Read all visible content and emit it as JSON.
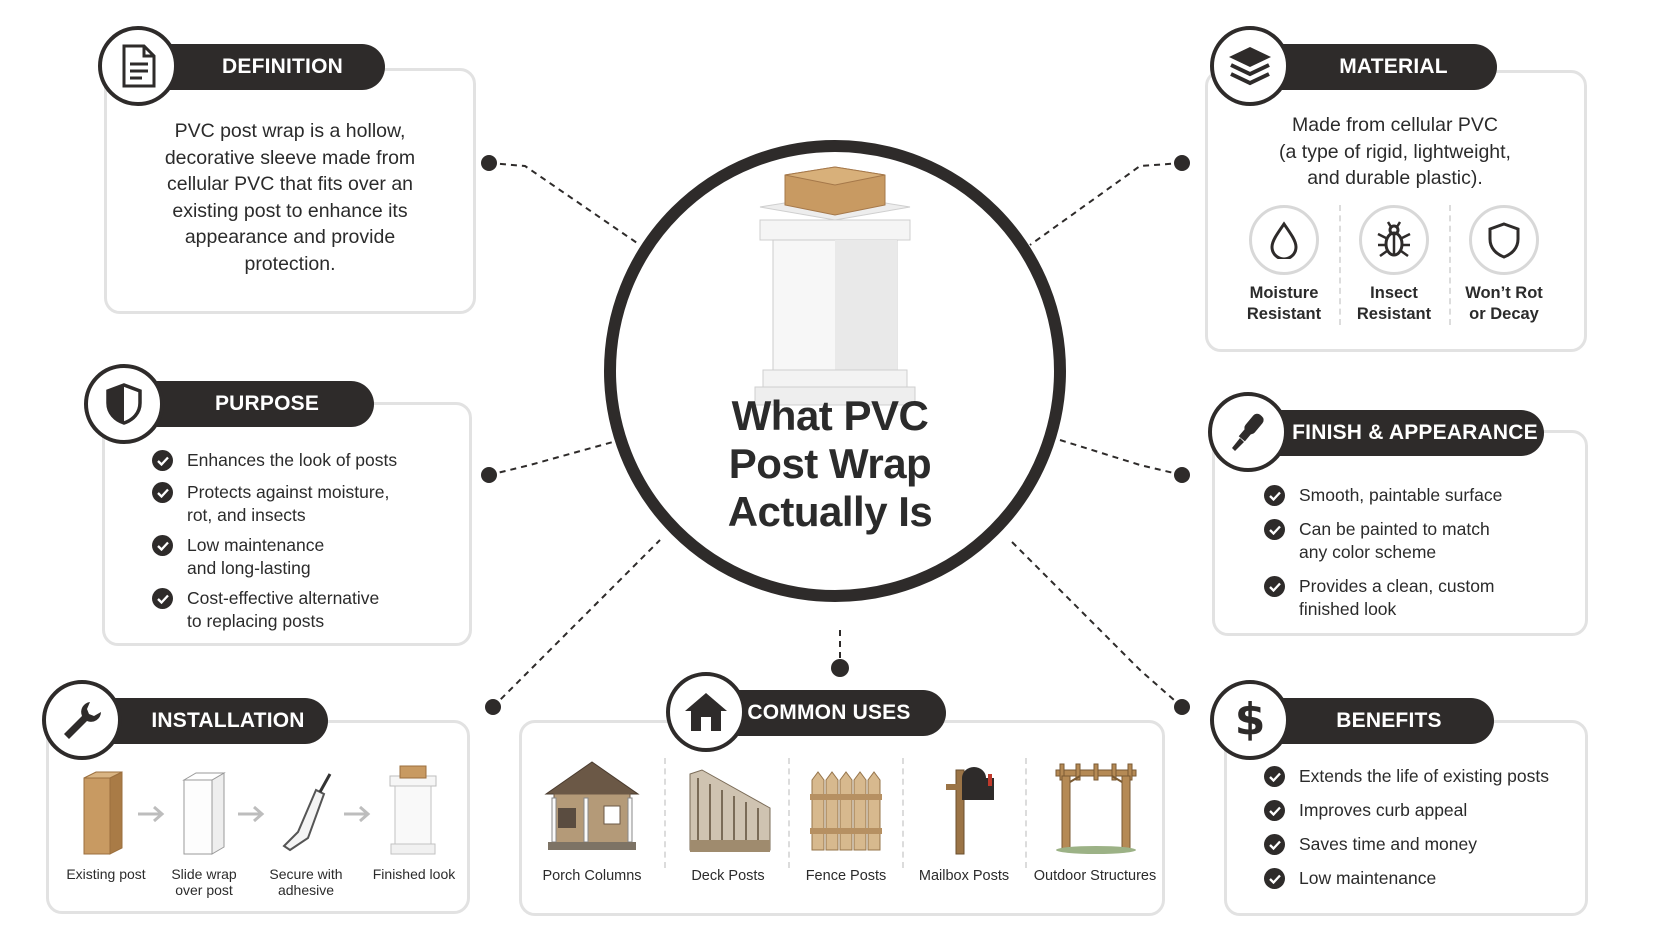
{
  "center": {
    "title_line1": "What PVC",
    "title_line2": "Post Wrap",
    "title_line3": "Actually Is"
  },
  "definition": {
    "title": "DEFINITION",
    "icon": "document-icon",
    "text_lines": [
      "PVC post wrap is a hollow,",
      "decorative sleeve made from",
      "cellular PVC that fits over an",
      "existing post to enhance its",
      "appearance and provide",
      "protection."
    ]
  },
  "material": {
    "title": "MATERIAL",
    "icon": "layers-icon",
    "text_lines": [
      "Made from cellular PVC",
      "(a type of rigid, lightweight,",
      "and durable plastic)."
    ],
    "features": [
      {
        "icon": "water-drop-icon",
        "line1": "Moisture",
        "line2": "Resistant"
      },
      {
        "icon": "bug-icon",
        "line1": "Insect",
        "line2": "Resistant"
      },
      {
        "icon": "shield-icon",
        "line1": "Won’t Rot",
        "line2": "or Decay"
      }
    ]
  },
  "purpose": {
    "title": "PURPOSE",
    "icon": "shield-icon",
    "items": [
      {
        "line1": "Enhances the look of posts",
        "line2": ""
      },
      {
        "line1": "Protects against moisture,",
        "line2": "rot, and insects"
      },
      {
        "line1": "Low maintenance",
        "line2": "and long-lasting"
      },
      {
        "line1": "Cost-effective alternative",
        "line2": "to replacing posts"
      }
    ]
  },
  "finish": {
    "title": "FINISH & APPEARANCE",
    "icon": "paint-brush-icon",
    "items": [
      {
        "line1": "Smooth, paintable surface",
        "line2": ""
      },
      {
        "line1": "Can be painted to match",
        "line2": "any color scheme"
      },
      {
        "line1": "Provides a clean, custom",
        "line2": "finished look"
      }
    ]
  },
  "installation": {
    "title": "INSTALLATION",
    "icon": "wrench-icon",
    "steps": [
      {
        "line1": "Existing post",
        "line2": ""
      },
      {
        "line1": "Slide wrap",
        "line2": "over post"
      },
      {
        "line1": "Secure with",
        "line2": "adhesive"
      },
      {
        "line1": "Finished look",
        "line2": ""
      }
    ]
  },
  "common_uses": {
    "title": "COMMON USES",
    "icon": "house-icon",
    "items": [
      "Porch Columns",
      "Deck Posts",
      "Fence Posts",
      "Mailbox Posts",
      "Outdoor Structures"
    ]
  },
  "benefits": {
    "title": "BENEFITS",
    "icon": "dollar-icon",
    "items": [
      "Extends the life of existing posts",
      "Improves curb appeal",
      "Saves time and money",
      "Low maintenance"
    ]
  },
  "colors": {
    "dark": "#2e2b2a",
    "border": "#e2e2e2",
    "wood": "#c89a62"
  }
}
